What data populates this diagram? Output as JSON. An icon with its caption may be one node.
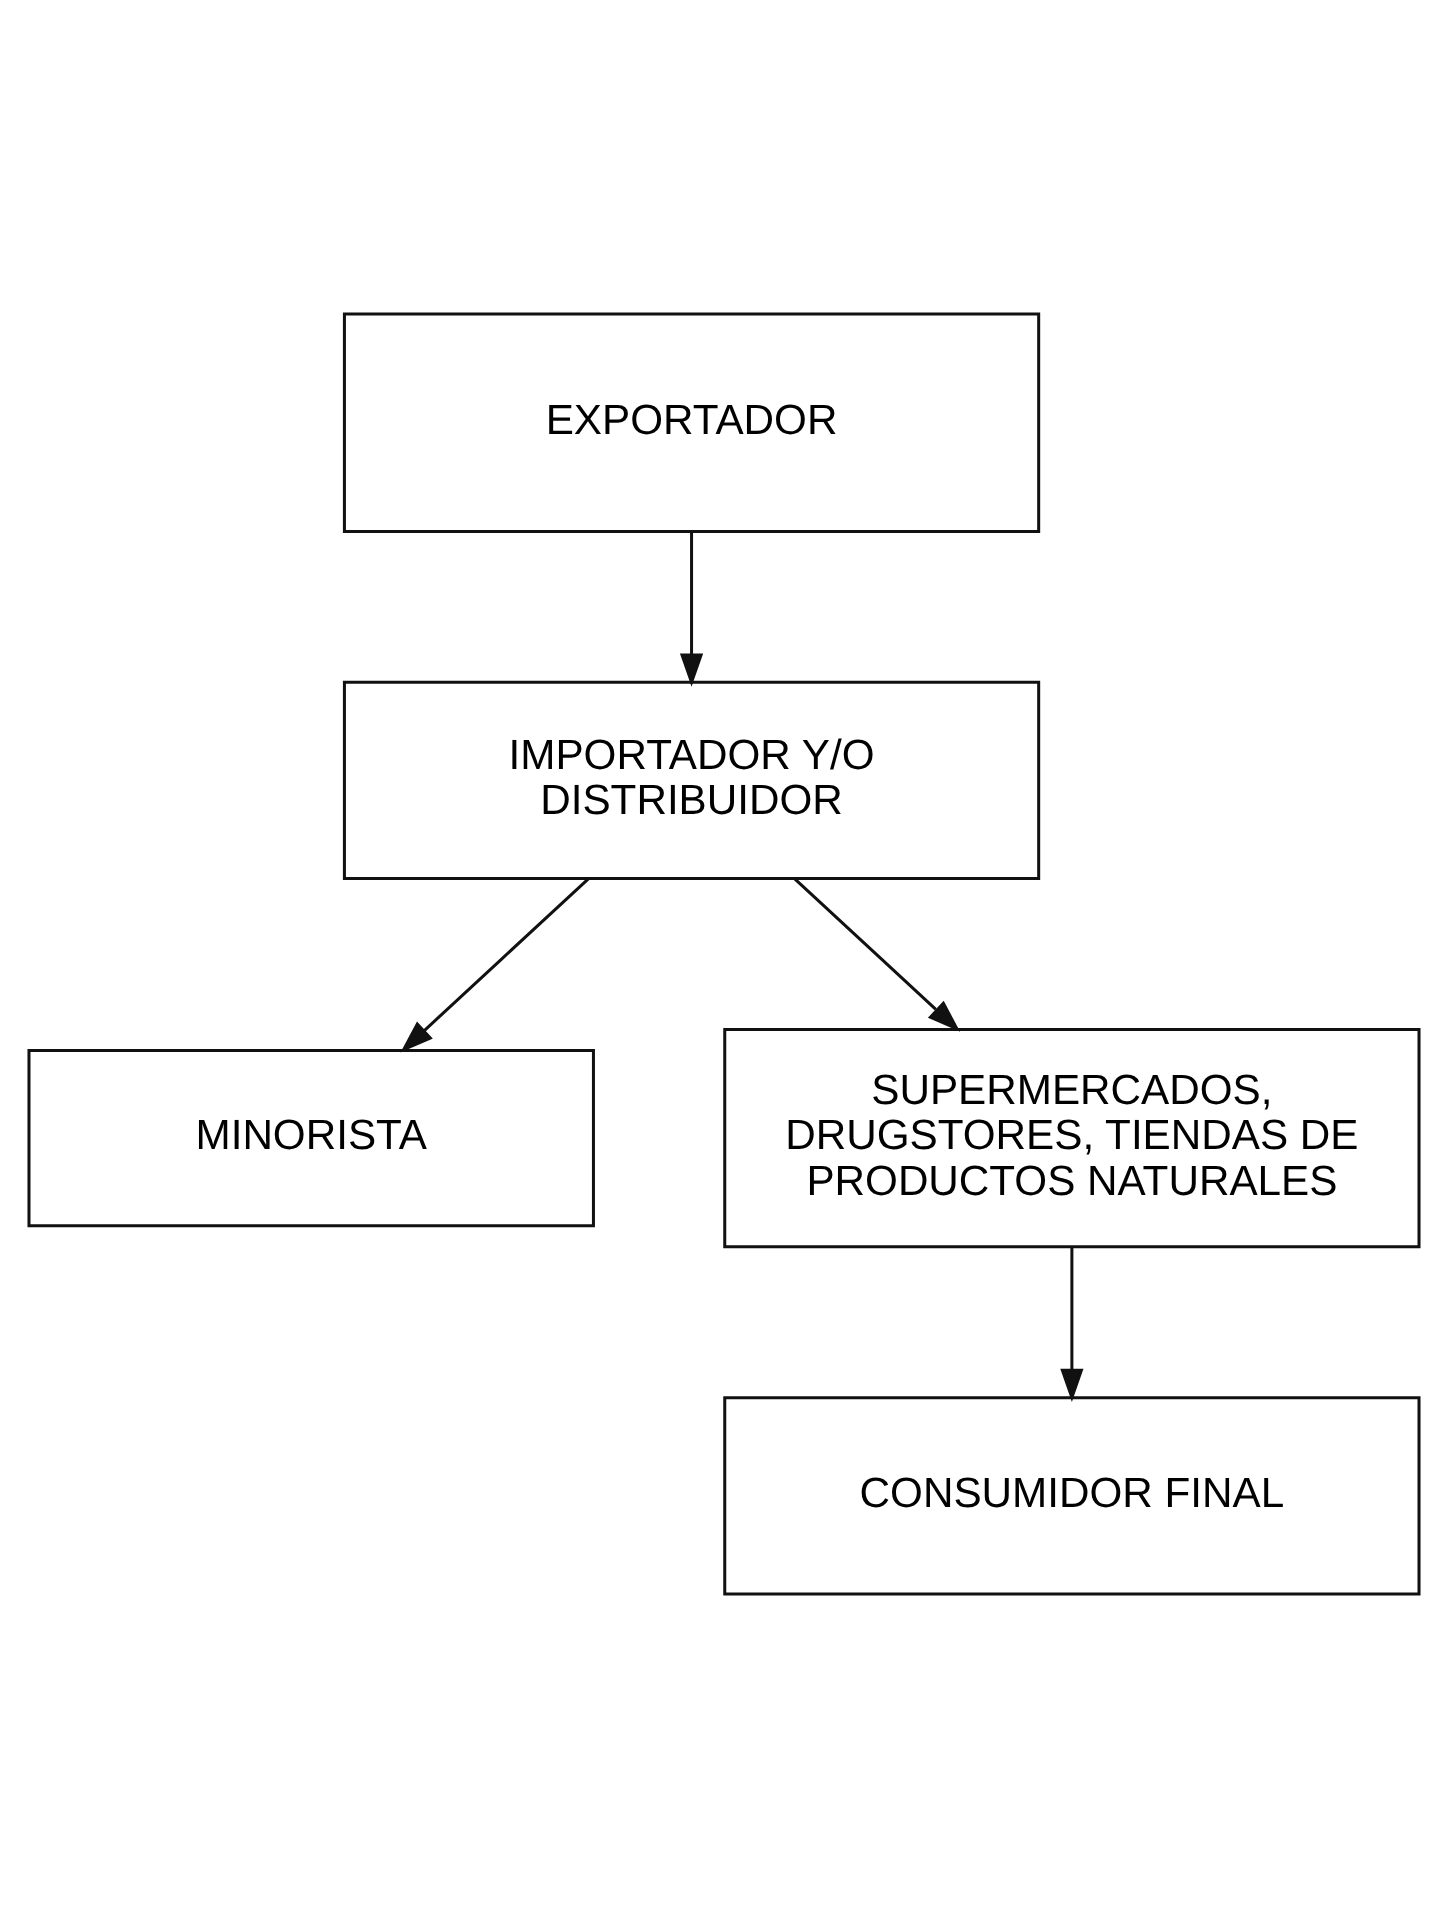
{
  "diagram": {
    "nodes": [
      {
        "text": [
          "EXPORTADOR"
        ]
      },
      {
        "text": [
          "IMPORTADOR Y/O DISTRIBUIDOR"
        ]
      },
      {
        "text": [
          "MINORISTA"
        ]
      },
      {
        "text": [
          "SUPERMERCADOS, DRUGSTORES, TIENDAS DE PRODUCTOS NATURALES"
        ]
      },
      {
        "text": [
          "CONSUMIDOR FINAL"
        ]
      }
    ],
    "edges": [
      {
        "from": 0,
        "to": 1,
        "arrow": "to"
      },
      {
        "from": 1,
        "to": 2,
        "arrow": "to"
      },
      {
        "from": 1,
        "to": 3,
        "arrow": "to"
      },
      {
        "from": 3,
        "to": 4,
        "arrow": "to"
      }
    ]
  }
}
